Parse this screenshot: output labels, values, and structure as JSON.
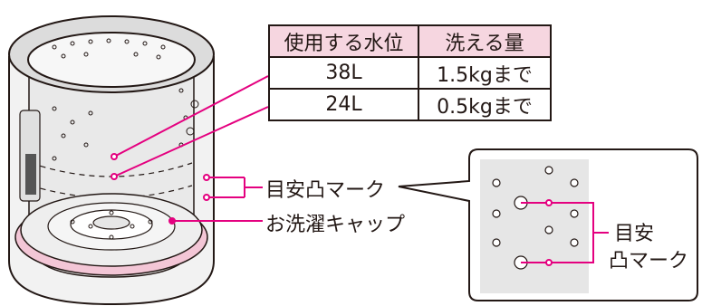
{
  "table": {
    "headers": [
      "使用する水位",
      "洗える量"
    ],
    "rows": [
      [
        "38L",
        "1.5kgまで"
      ],
      [
        "24L",
        "0.5kgまで"
      ]
    ]
  },
  "labels": {
    "mark": "目安凸マーク",
    "cap": "お洗濯キャップ",
    "detail_line1": "目安",
    "detail_line2": "凸マーク"
  },
  "colors": {
    "accent": "#e4007f",
    "header_bg": "#f6d6e0",
    "cap_pink": "#f3c6d6",
    "line": "#231815"
  }
}
